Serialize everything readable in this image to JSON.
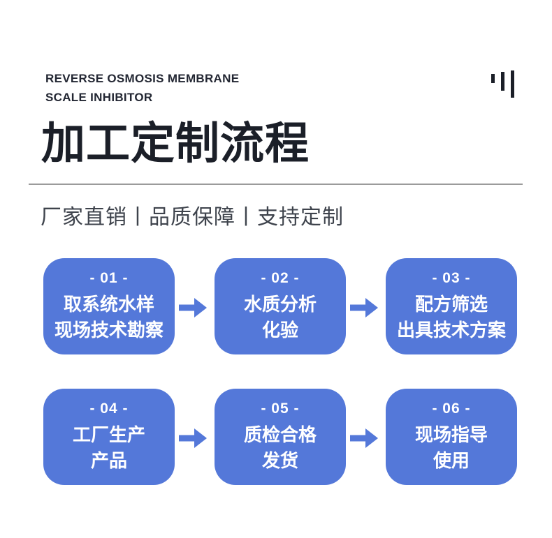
{
  "header": {
    "subtitle_en_line1": "REVERSE OSMOSIS MEMBRANE",
    "subtitle_en_line2": "SCALE INHIBITOR",
    "title": "加工定制流程",
    "tagline": "厂家直销丨品质保障丨支持定制"
  },
  "steps": [
    {
      "number": "- 01 -",
      "line1": "取系统水样",
      "line2": "现场技术勘察"
    },
    {
      "number": "- 02 -",
      "line1": "水质分析",
      "line2": "化验"
    },
    {
      "number": "- 03 -",
      "line1": "配方筛选",
      "line2": "出具技术方案"
    },
    {
      "number": "- 04 -",
      "line1": "工厂生产",
      "line2": "产品"
    },
    {
      "number": "- 05 -",
      "line1": "质检合格",
      "line2": "发货"
    },
    {
      "number": "- 06 -",
      "line1": "现场指导",
      "line2": "使用"
    }
  ],
  "colors": {
    "box_blue": "#5478d9",
    "arrow_blue": "#5478d9",
    "title_dark": "#1b1f28",
    "tagline_gray": "#3e434c",
    "divider_gray": "#9b9b9b",
    "step_text": "#ffffff"
  },
  "icons": {
    "quote_bars": "three vertical bars of increasing height",
    "arrow": "solid right-pointing block arrow"
  }
}
